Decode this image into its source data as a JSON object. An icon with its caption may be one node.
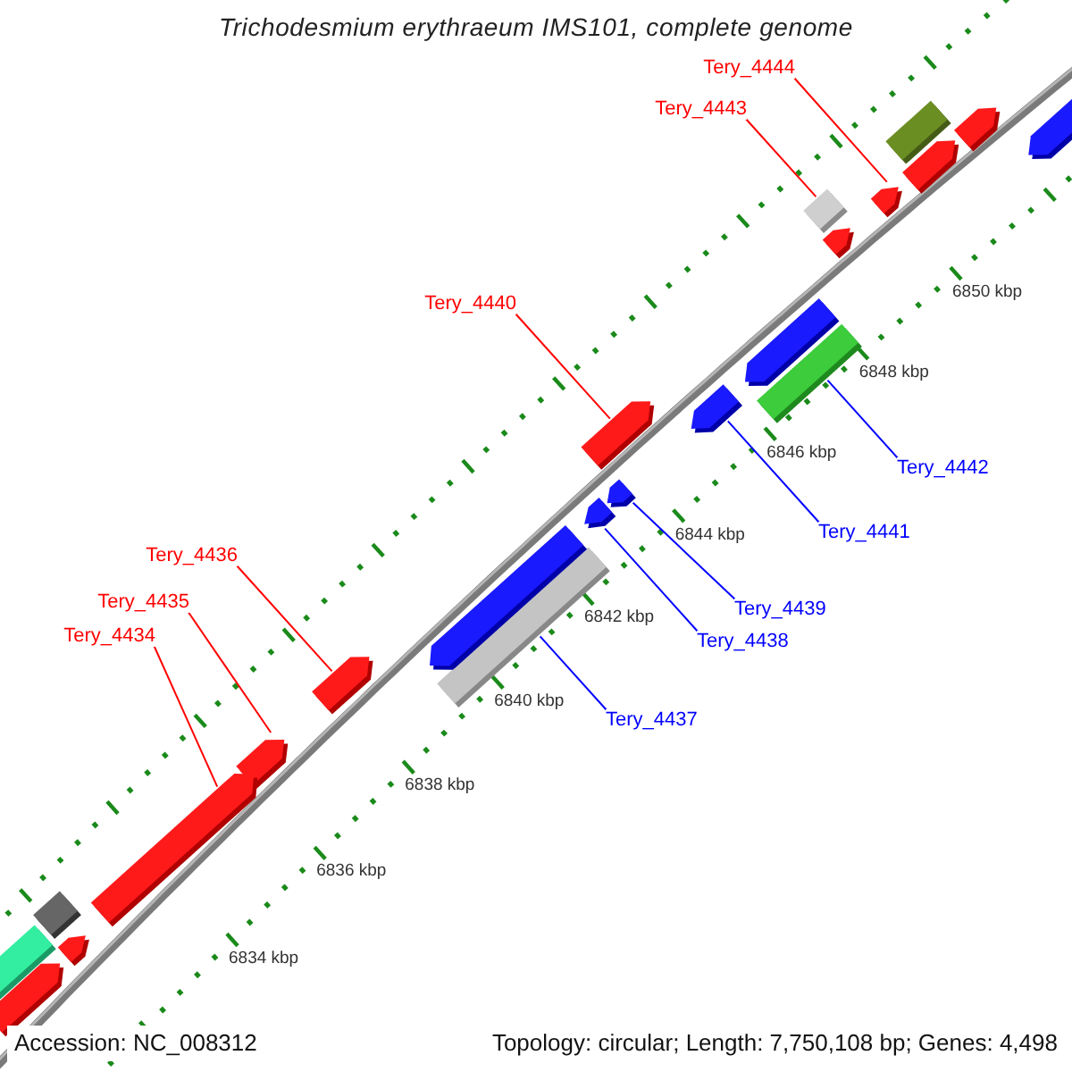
{
  "diagram": {
    "title": "Trichodesmium erythraeum IMS101, complete genome",
    "nodes": [
      {
        "text": [
          "Tery_4444"
        ]
      },
      {
        "text": [
          "Tery_4443"
        ]
      },
      {
        "text": [
          "Tery_4440"
        ]
      },
      {
        "text": [
          "Tery_4436"
        ]
      },
      {
        "text": [
          "Tery_4435"
        ]
      },
      {
        "text": [
          "Tery_4434"
        ]
      },
      {
        "text": [
          "Tery_4442"
        ]
      },
      {
        "text": [
          "Tery_4441"
        ]
      },
      {
        "text": [
          "Tery_4439"
        ]
      },
      {
        "text": [
          "Tery_4438"
        ]
      },
      {
        "text": [
          "Tery_4437"
        ]
      },
      {
        "text": [],
        "shape": "pentagon"
      },
      {
        "text": [],
        "shape": "bar"
      },
      {
        "text": [],
        "shape": "pentagon"
      },
      {
        "text": [],
        "shape": "pentagon"
      },
      {
        "text": [],
        "shape": "pentagon"
      },
      {
        "text": [],
        "shape": "pentagon"
      },
      {
        "text": [],
        "shape": "bar"
      },
      {
        "text": [],
        "shape": "pentagon"
      },
      {
        "text": [],
        "shape": "pentagon"
      },
      {
        "text": [],
        "shape": "pentagon"
      },
      {
        "text": [],
        "shape": "bar"
      },
      {
        "text": [],
        "shape": "pentagon"
      },
      {
        "text": [],
        "shape": "pentagon"
      },
      {
        "text": [],
        "shape": "pentagon"
      },
      {
        "text": [],
        "shape": "bar"
      },
      {
        "text": [],
        "shape": "bar"
      },
      {
        "text": [],
        "shape": "bar"
      },
      {
        "text": [],
        "shape": "pentagon"
      },
      {
        "text": [],
        "shape": "pentagon"
      },
      {
        "text": [],
        "shape": "pentagon"
      },
      {
        "text": [],
        "shape": "pentagon"
      },
      {
        "text": [],
        "shape": "pentagon"
      }
    ],
    "edges": [
      {
        "from": 0,
        "to": 11,
        "arrow": "none"
      },
      {
        "from": 1,
        "to": 12,
        "arrow": "none"
      },
      {
        "from": 2,
        "to": 13,
        "arrow": "none"
      },
      {
        "from": 3,
        "to": 14,
        "arrow": "none"
      },
      {
        "from": 4,
        "to": 15,
        "arrow": "none"
      },
      {
        "from": 5,
        "to": 16,
        "arrow": "none"
      },
      {
        "from": 6,
        "to": 17,
        "arrow": "none",
        "color": "#0000ff"
      },
      {
        "from": 7,
        "to": 18,
        "arrow": "none",
        "color": "#0000ff"
      },
      {
        "from": 8,
        "to": 19,
        "arrow": "none",
        "color": "#0000ff"
      },
      {
        "from": 9,
        "to": 20,
        "arrow": "none",
        "color": "#0000ff"
      },
      {
        "from": 10,
        "to": 21,
        "arrow": "none",
        "color": "#0000ff"
      }
    ],
    "labels": [
      "6834 kbp",
      "6836 kbp",
      "6838 kbp",
      "6840 kbp",
      "6842 kbp",
      "6844 kbp",
      "6846 kbp",
      "6848 kbp",
      "6850 kbp",
      "Accession: NC_008312",
      "Topology: circular; Length: 7,750,108 bp; Genes: 4,498"
    ]
  }
}
